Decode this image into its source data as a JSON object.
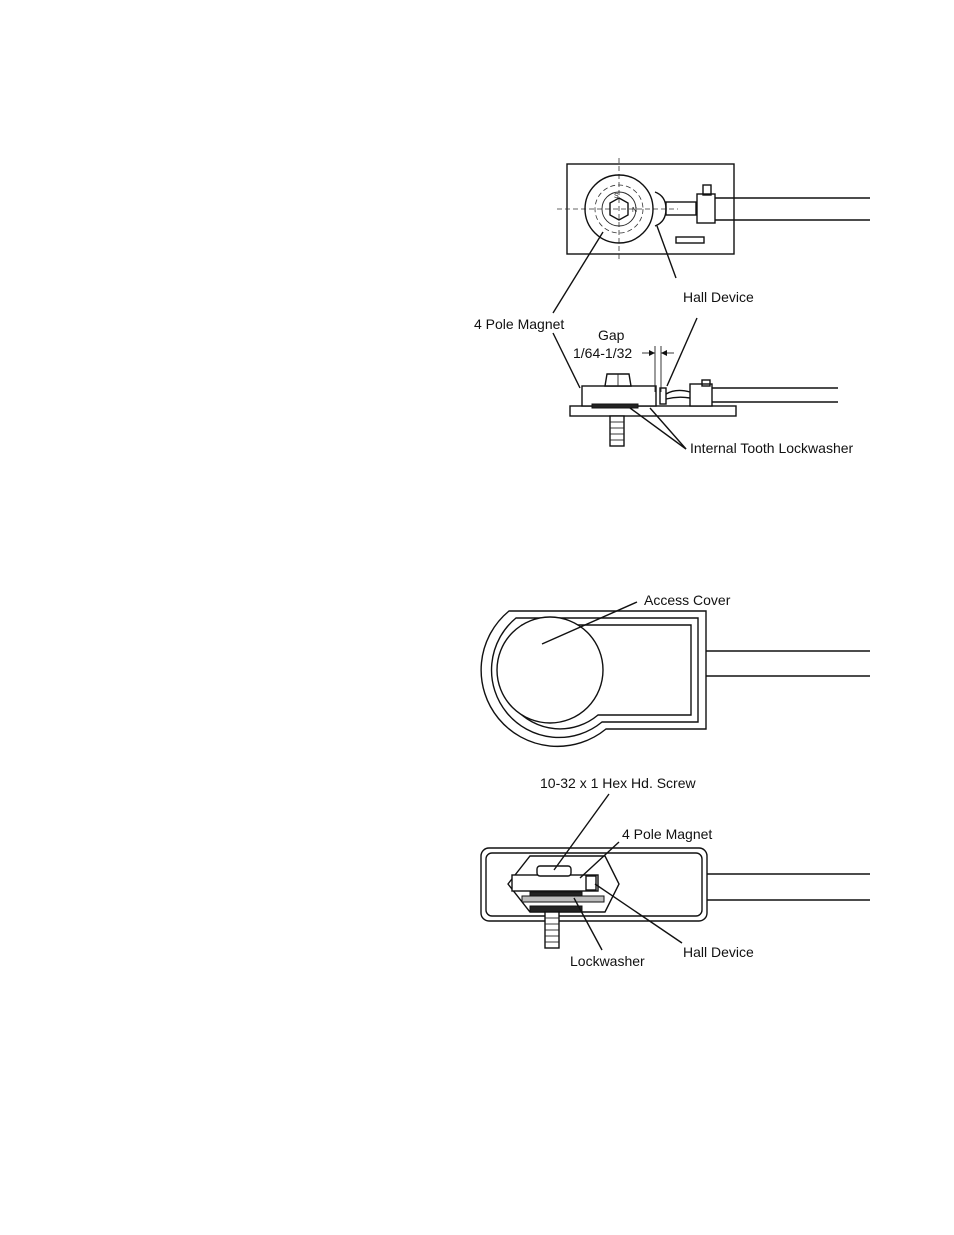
{
  "figure1": {
    "hall_device": "Hall Device",
    "magnet": "4 Pole Magnet",
    "gap": "Gap",
    "gap_value": "1/64-1/32",
    "lockwasher": "Internal Tooth Lockwasher"
  },
  "figure2": {
    "access_cover": "Access Cover"
  },
  "figure3": {
    "screw": "10-32 x 1 Hex Hd. Screw",
    "magnet": "4 Pole Magnet",
    "hall_device": "Hall Device",
    "lockwasher": "Lockwasher"
  }
}
